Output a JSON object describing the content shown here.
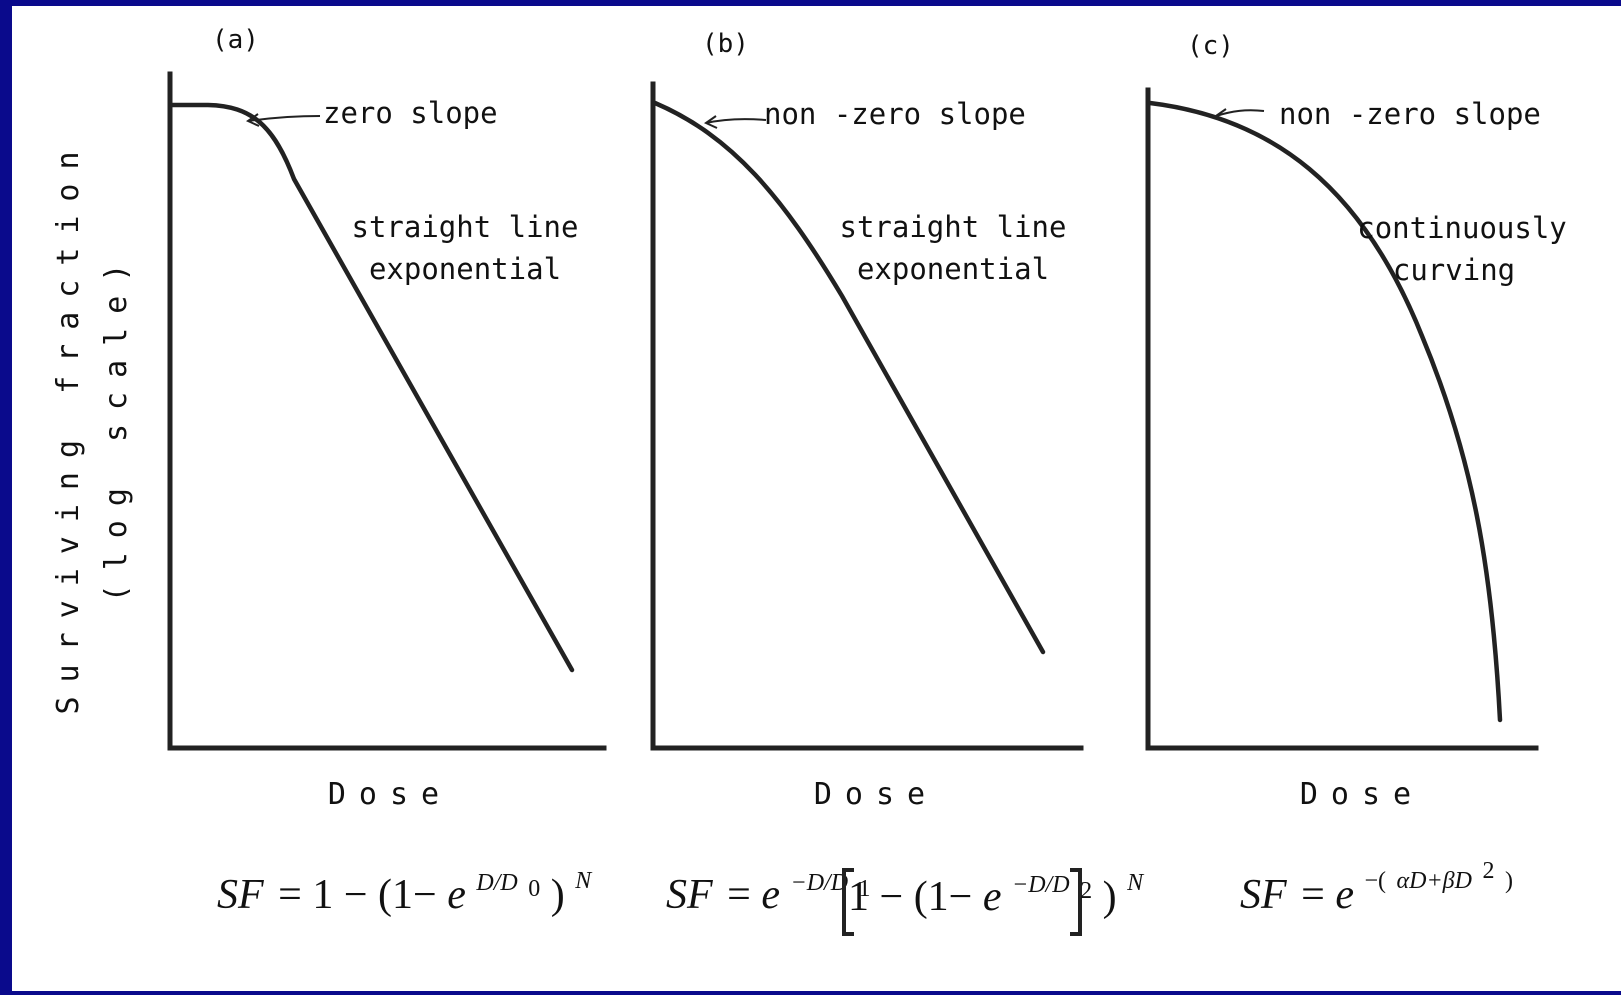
{
  "y_axis": {
    "line1": "Surviving fraction",
    "line2": "(log scale)"
  },
  "panels": [
    {
      "label": "(a)",
      "slope_note": "zero slope",
      "curve_note_1": "straight line",
      "curve_note_2": "exponential",
      "x_label": "Dose"
    },
    {
      "label": "(b)",
      "slope_note": "non -zero slope",
      "curve_note_1": "straight line",
      "curve_note_2": "exponential",
      "x_label": "Dose"
    },
    {
      "label": "(c)",
      "slope_note": "non -zero slope",
      "curve_note_1": "continuously",
      "curve_note_2": "curving",
      "x_label": "Dose"
    }
  ],
  "equations": {
    "a": {
      "lhs": "SF",
      "eq": "=",
      "one": "1",
      "minus": "−",
      "open": "(1−",
      "e": "e",
      "exp": "D/D",
      "exp_sub": "0",
      "close": ")",
      "power": "N"
    },
    "b": {
      "lhs": "SF",
      "eq": "=",
      "e1": "e",
      "exp1": "−D/D",
      "exp1_sub": "1",
      "inner_one": "1",
      "minus": "−",
      "open": "(1−",
      "e2": "e",
      "exp2": "−D/D",
      "exp2_sub": "2",
      "close": ")",
      "power": "N"
    },
    "c": {
      "lhs": "SF",
      "eq": "=",
      "e": "e",
      "exp_open": "−(",
      "alpha": "αD+βD",
      "sq": "2",
      "exp_close": ")"
    }
  }
}
